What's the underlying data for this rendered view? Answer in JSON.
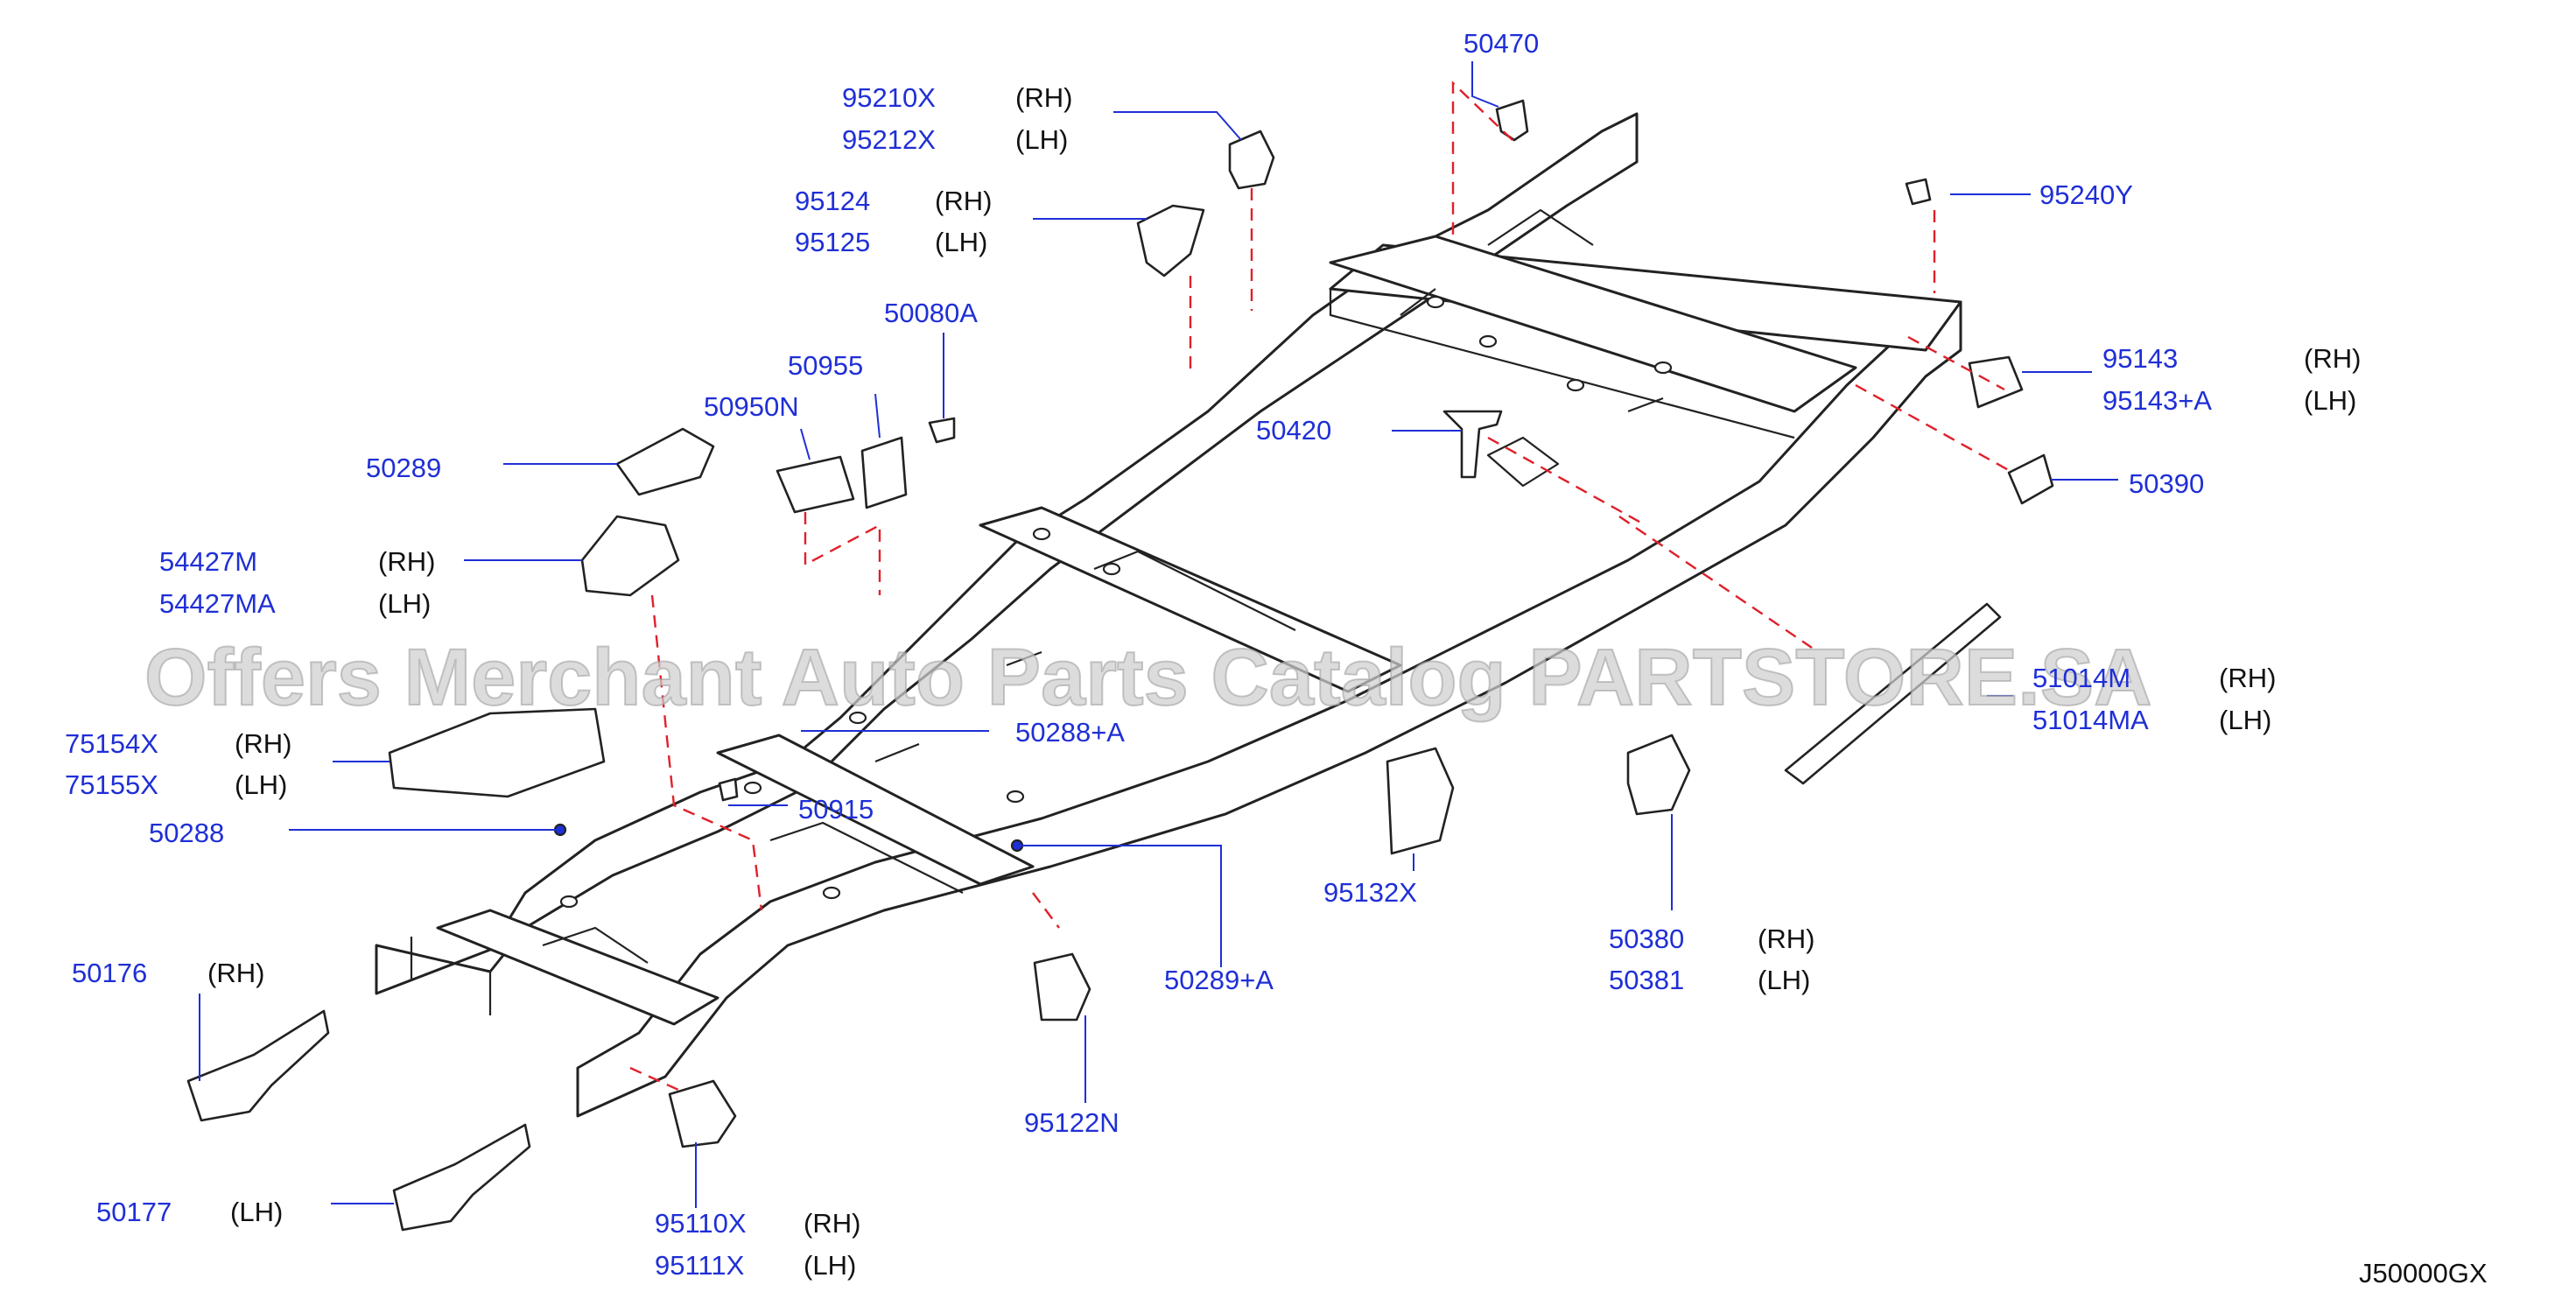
{
  "diagram": {
    "code": "J50000GX",
    "watermark": "Offers Merchant Auto Parts Catalog PARTSTORE.SA",
    "colors": {
      "part_number": "#1f2fd6",
      "callout_dash": "#e0202a",
      "outline": "#222222"
    },
    "labels": {
      "p50470": "50470",
      "p95210x": "95210X",
      "p95210x_side": "(RH)",
      "p95212x": "95212X",
      "p95212x_side": "(LH)",
      "p95240y": "95240Y",
      "p95124": "95124",
      "p95124_side": "(RH)",
      "p95125": "95125",
      "p95125_side": "(LH)",
      "p50080a": "50080A",
      "p50955": "50955",
      "p50950n": "50950N",
      "p50289": "50289",
      "p50420": "50420",
      "p95143": "95143",
      "p95143_side": "(RH)",
      "p95143a": "95143+A",
      "p95143a_side": "(LH)",
      "p50390": "50390",
      "p54427m": "54427M",
      "p54427m_side": "(RH)",
      "p54427ma": "54427MA",
      "p54427ma_side": "(LH)",
      "p51014m": "51014M",
      "p51014m_side": "(RH)",
      "p51014ma": "51014MA",
      "p51014ma_side": "(LH)",
      "p75154x": "75154X",
      "p75154x_side": "(RH)",
      "p75155x": "75155X",
      "p75155x_side": "(LH)",
      "p50288a": "50288+A",
      "p50915": "50915",
      "p50288": "50288",
      "p95132x": "95132X",
      "p50380": "50380",
      "p50380_side": "(RH)",
      "p50381": "50381",
      "p50381_side": "(LH)",
      "p50176": "50176",
      "p50176_side": "(RH)",
      "p50289a": "50289+A",
      "p95122n": "95122N",
      "p50177": "50177",
      "p50177_side": "(LH)",
      "p95110x": "95110X",
      "p95110x_side": "(RH)",
      "p95111x": "95111X",
      "p95111x_side": "(LH)"
    }
  }
}
